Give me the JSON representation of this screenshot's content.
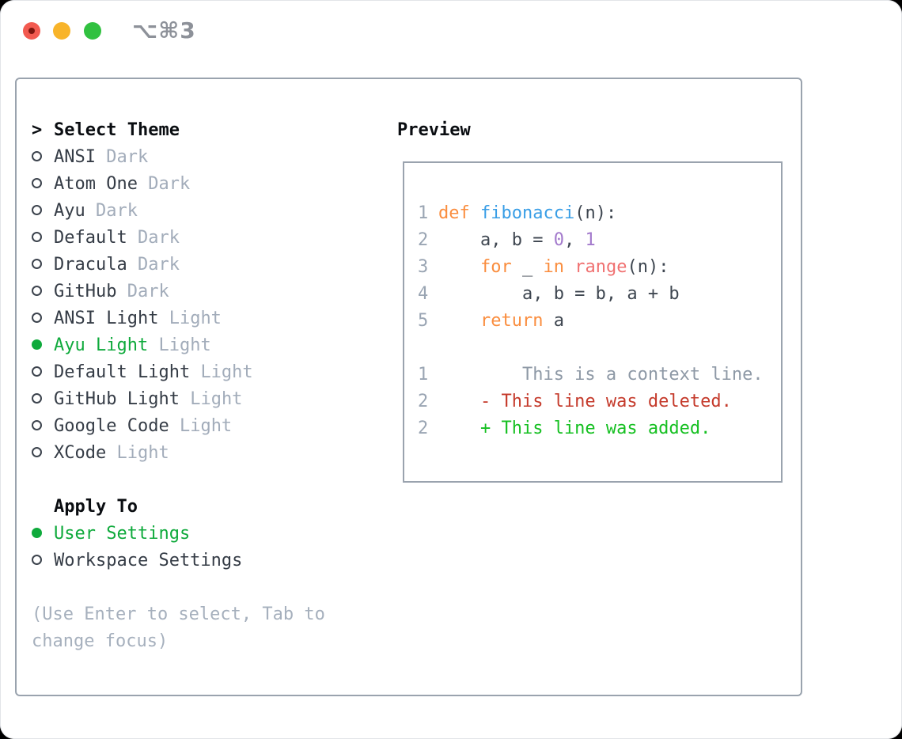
{
  "window": {
    "shortcut_label": "⌥⌘3"
  },
  "colors": {
    "red": "#f25a50",
    "reddot": "#7d150e",
    "yellow": "#f8b42a",
    "greenbtn": "#31c140",
    "shortcut": "#8d9199",
    "border": "#9aa3ae",
    "header": "#0a0d11",
    "text": "#353c46",
    "badge": "#a2acba",
    "help": "#a6b0bd",
    "green": "#0faa3c",
    "lnum": "#9aa5b3",
    "kw": "#fa8d3e",
    "fn": "#399ee6",
    "num": "#a37acc",
    "call": "#f07171",
    "plain": "#3e4650",
    "ctx": "#8e99a6",
    "del": "#c53b2c",
    "add": "#16c022"
  },
  "theme_list": {
    "prompt": ">",
    "header": "Select Theme",
    "items": [
      {
        "name": "ANSI",
        "badge": "Dark",
        "selected": false
      },
      {
        "name": "Atom One",
        "badge": "Dark",
        "selected": false
      },
      {
        "name": "Ayu",
        "badge": "Dark",
        "selected": false
      },
      {
        "name": "Default",
        "badge": "Dark",
        "selected": false
      },
      {
        "name": "Dracula",
        "badge": "Dark",
        "selected": false
      },
      {
        "name": "GitHub",
        "badge": "Dark",
        "selected": false
      },
      {
        "name": "ANSI Light",
        "badge": "Light",
        "selected": false
      },
      {
        "name": "Ayu Light",
        "badge": "Light",
        "selected": true
      },
      {
        "name": "Default Light",
        "badge": "Light",
        "selected": false
      },
      {
        "name": "GitHub Light",
        "badge": "Light",
        "selected": false
      },
      {
        "name": "Google Code",
        "badge": "Light",
        "selected": false
      },
      {
        "name": "XCode",
        "badge": "Light",
        "selected": false
      }
    ]
  },
  "apply_to": {
    "header": "Apply To",
    "options": [
      {
        "name": "User Settings",
        "selected": true
      },
      {
        "name": "Workspace Settings",
        "selected": false
      }
    ]
  },
  "help": {
    "line1": "(Use Enter to select, Tab to",
    "line2": "change focus)"
  },
  "preview": {
    "title": "Preview",
    "code_lines": [
      {
        "num": "1",
        "tokens": [
          {
            "t": "def ",
            "c": "kw"
          },
          {
            "t": "fibonacci",
            "c": "fn"
          },
          {
            "t": "(n):",
            "c": "plain"
          }
        ]
      },
      {
        "num": "2",
        "tokens": [
          {
            "t": "    a, b = ",
            "c": "plain"
          },
          {
            "t": "0",
            "c": "num"
          },
          {
            "t": ", ",
            "c": "plain"
          },
          {
            "t": "1",
            "c": "num"
          }
        ]
      },
      {
        "num": "3",
        "tokens": [
          {
            "t": "    ",
            "c": "plain"
          },
          {
            "t": "for",
            "c": "kw"
          },
          {
            "t": " _ ",
            "c": "plain"
          },
          {
            "t": "in",
            "c": "kw"
          },
          {
            "t": " ",
            "c": "plain"
          },
          {
            "t": "range",
            "c": "call"
          },
          {
            "t": "(n):",
            "c": "plain"
          }
        ]
      },
      {
        "num": "4",
        "tokens": [
          {
            "t": "        a, b = b, a + b",
            "c": "plain"
          }
        ]
      },
      {
        "num": "5",
        "tokens": [
          {
            "t": "    ",
            "c": "plain"
          },
          {
            "t": "return",
            "c": "kw"
          },
          {
            "t": " a",
            "c": "plain"
          }
        ]
      },
      {
        "num": "",
        "tokens": []
      },
      {
        "num": "1",
        "tokens": [
          {
            "t": "        This is a context line.",
            "c": "ctx"
          }
        ]
      },
      {
        "num": "2",
        "tokens": [
          {
            "t": "    - This line was deleted.",
            "c": "del"
          }
        ]
      },
      {
        "num": "2",
        "tokens": [
          {
            "t": "    + This line was added.",
            "c": "add"
          }
        ]
      }
    ]
  }
}
